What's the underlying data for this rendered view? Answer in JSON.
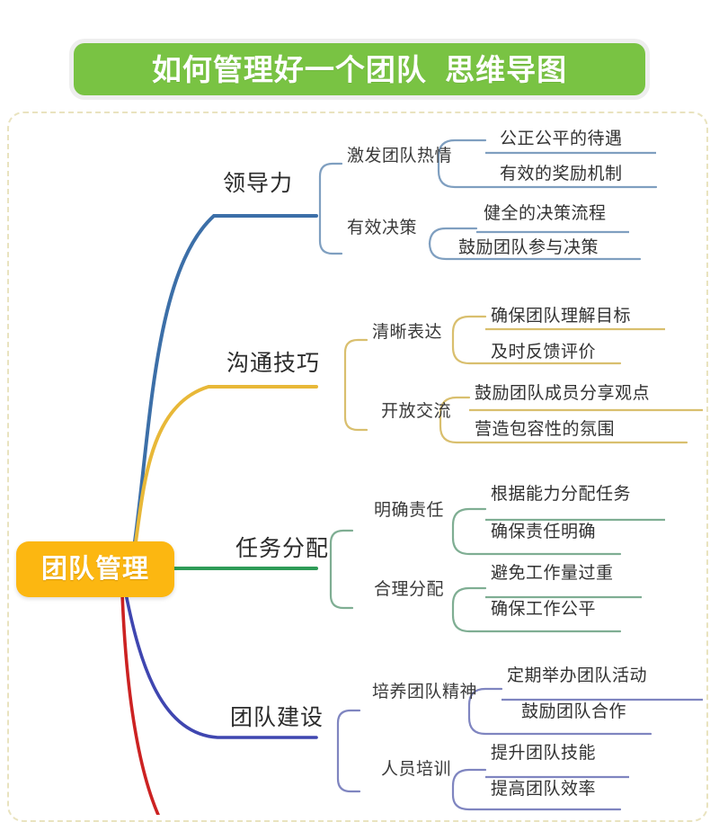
{
  "title": {
    "text": "如何管理好一个团队  思维导图",
    "background_color": "#79c343",
    "text_color": "#ffffff"
  },
  "root": {
    "label": "团队管理",
    "background_color": "#fcb711",
    "text_color": "#ffffff"
  },
  "frame": {
    "border_color": "#e9e3bf",
    "style": "dashed"
  },
  "branches": [
    {
      "label": "领导力",
      "color": "#3c6fa8",
      "subs": [
        {
          "label": "激发团队热情",
          "leaves": [
            "公正公平的待遇",
            "有效的奖励机制"
          ]
        },
        {
          "label": "有效决策",
          "leaves": [
            "健全的决策流程",
            "鼓励团队参与决策"
          ]
        }
      ]
    },
    {
      "label": "沟通技巧",
      "color": "#e8b838",
      "subs": [
        {
          "label": "清晰表达",
          "leaves": [
            "确保团队理解目标",
            "及时反馈评价"
          ]
        },
        {
          "label": "开放交流",
          "leaves": [
            "鼓励团队成员分享观点",
            "营造包容性的氛围"
          ]
        }
      ]
    },
    {
      "label": "任务分配",
      "color": "#2e9b57",
      "subs": [
        {
          "label": "明确责任",
          "leaves": [
            "根据能力分配任务",
            "确保责任明确"
          ]
        },
        {
          "label": "合理分配",
          "leaves": [
            "避免工作量过重",
            "确保工作公平"
          ]
        }
      ]
    },
    {
      "label": "团队建设",
      "color": "#3f46b0",
      "subs": [
        {
          "label": "培养团队精神",
          "leaves": [
            "定期举办团队活动",
            "鼓励团队合作"
          ]
        },
        {
          "label": "人员培训",
          "leaves": [
            "提升团队技能",
            "提高团队效率"
          ]
        }
      ]
    }
  ],
  "truncated_branch": {
    "color": "#cc2222",
    "note": ""
  }
}
